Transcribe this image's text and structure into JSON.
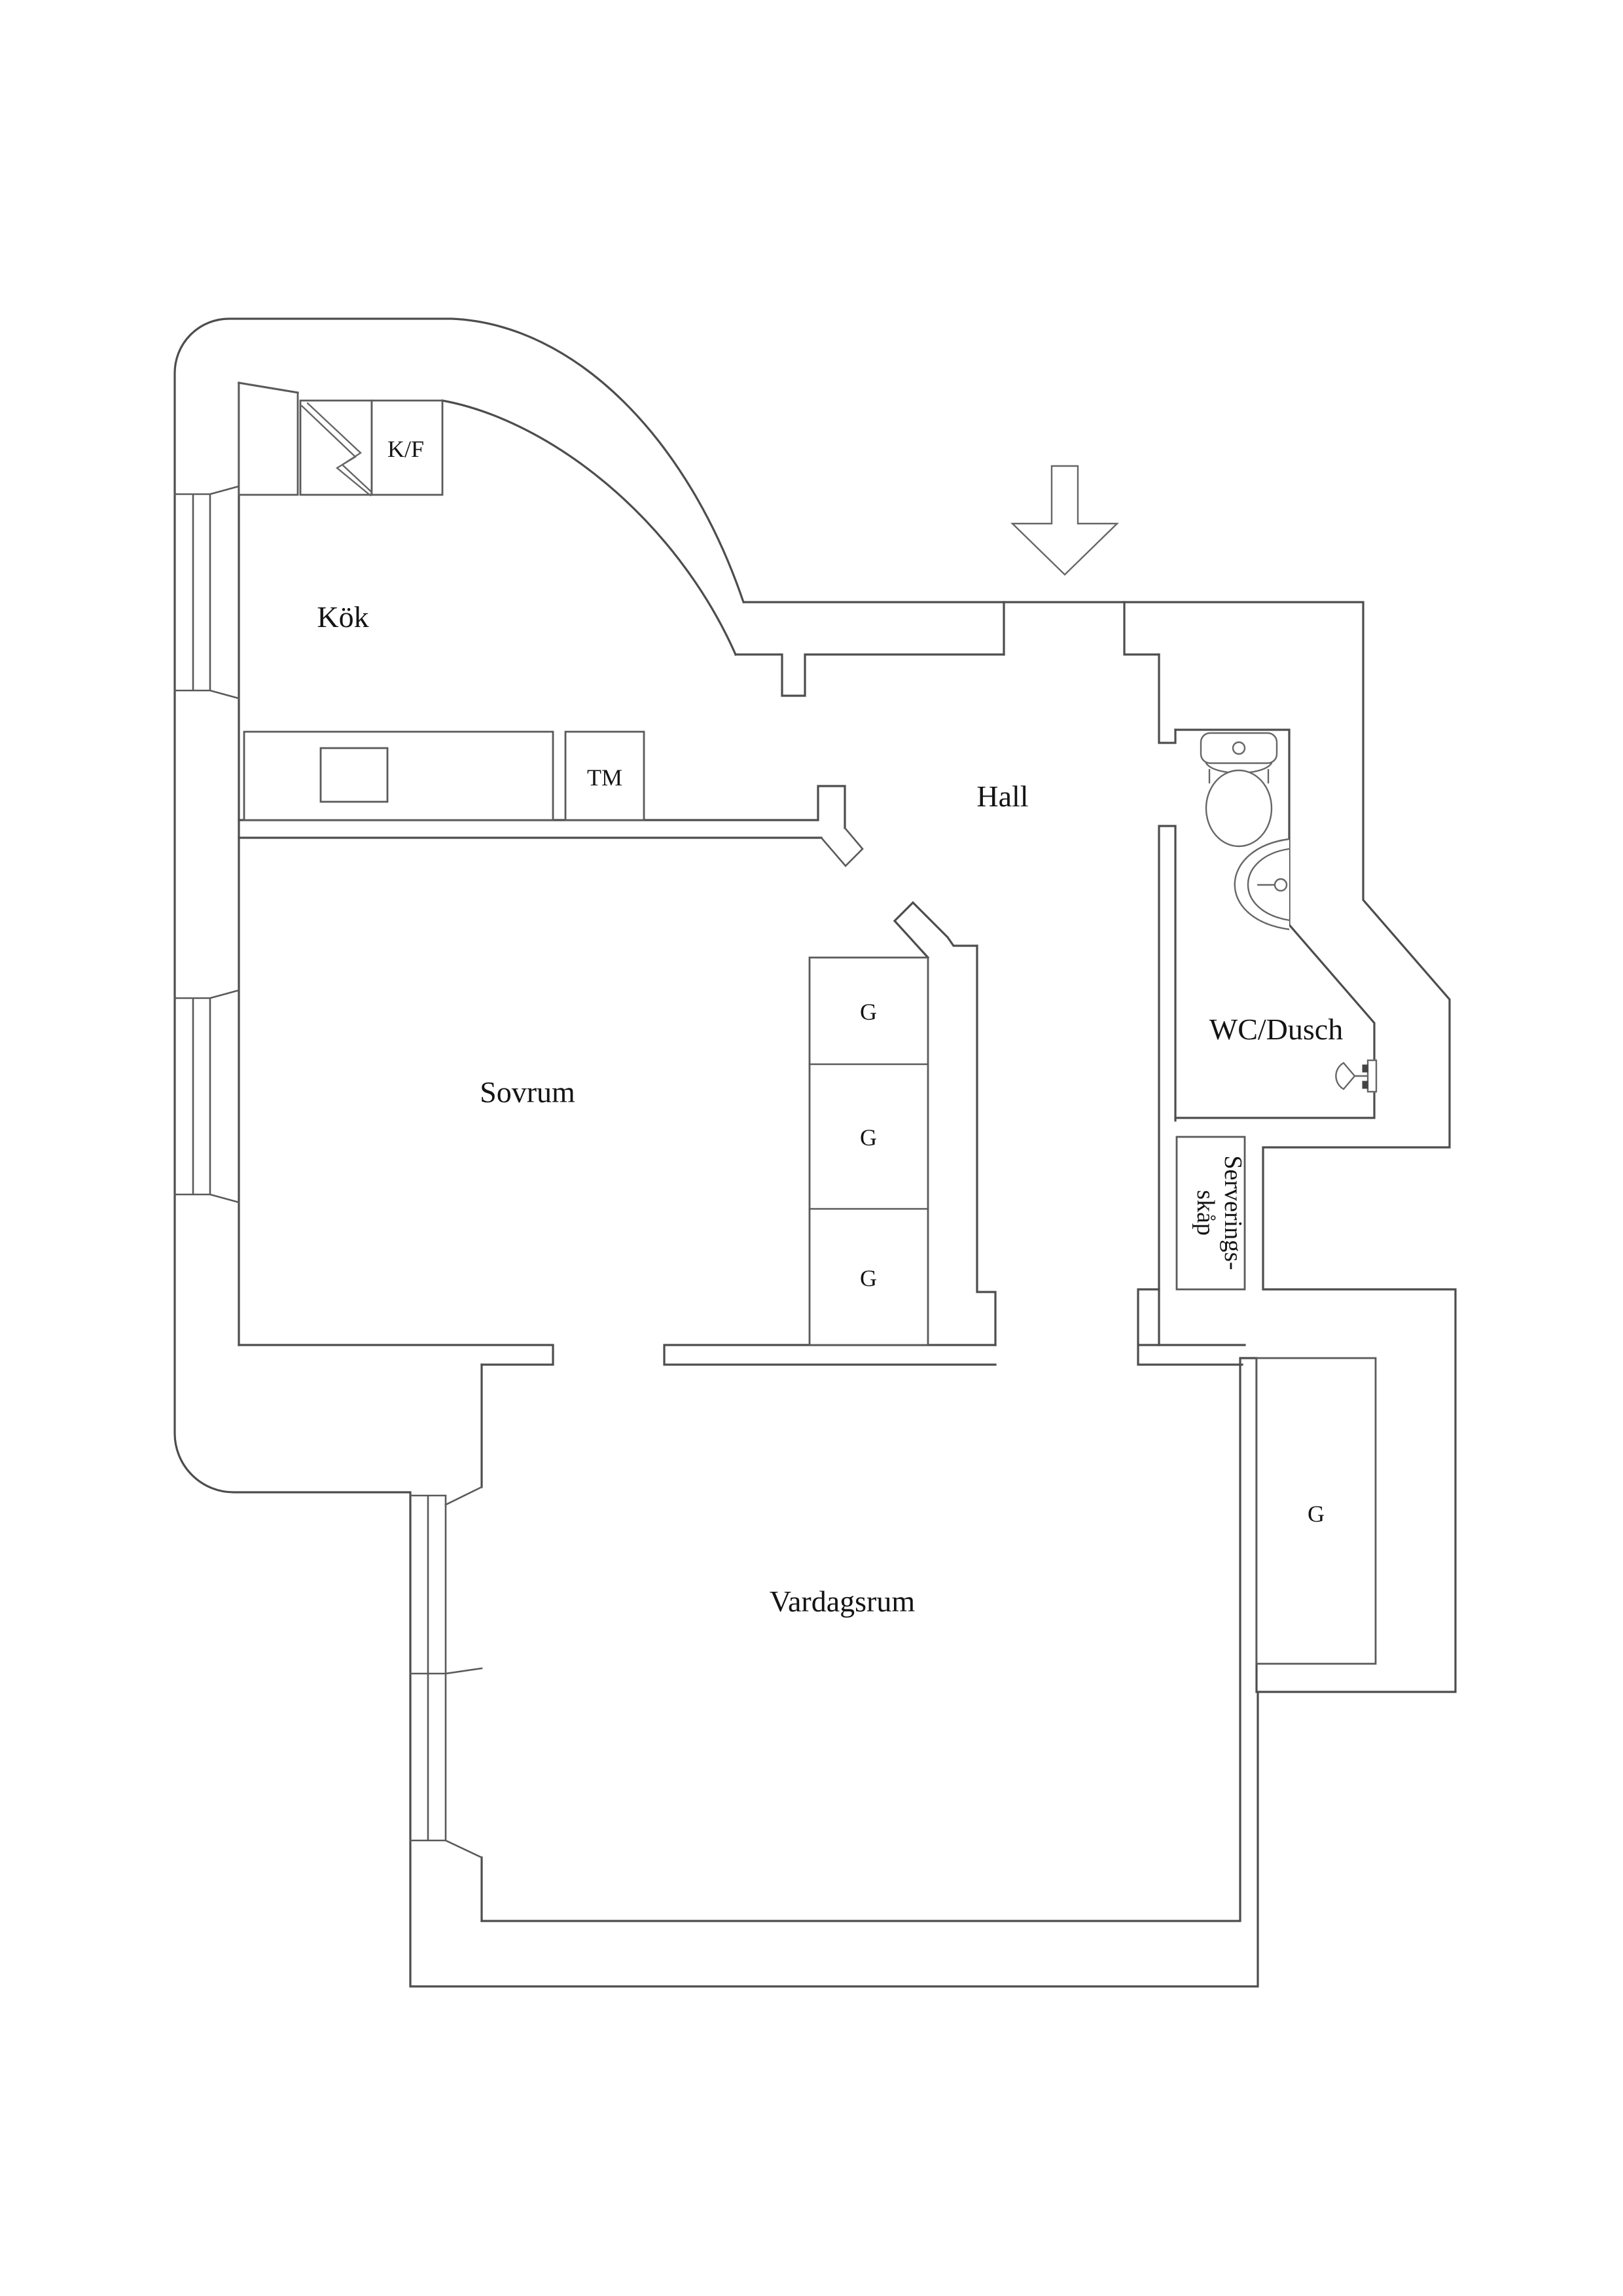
{
  "page": {
    "background": "#ffffff",
    "wall_line_color": "#4d4d4d",
    "text_color": "#141414"
  },
  "floor_plan": {
    "rooms": {
      "kok": "Kök",
      "hall": "Hall",
      "sovrum": "Sovrum",
      "wc_dusch": "WC/Dusch",
      "vardagsrum": "Vardagsrum"
    },
    "fixtures": {
      "fridge_freezer": "K/F",
      "washing_machine": "TM",
      "serving_cabinet_line1": "Serverings-",
      "serving_cabinet_line2": "skåp",
      "wardrobes_middle": [
        "G",
        "G",
        "G"
      ],
      "wardrobe_bottom": "G"
    },
    "icons": {
      "entrance_arrow": "entrance-arrow-icon",
      "toilet": "toilet-icon",
      "sink": "sink-icon",
      "shower": "shower-icon",
      "lightning": "lightning-icon"
    }
  }
}
